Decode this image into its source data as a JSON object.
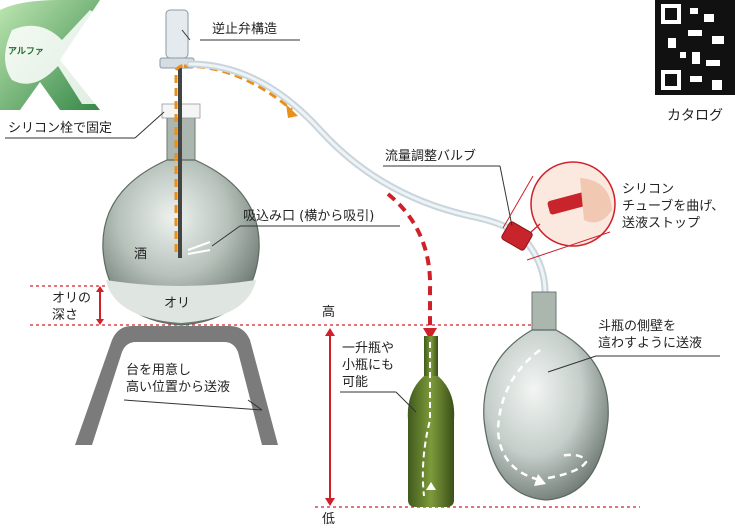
{
  "logo": {
    "mark": "α",
    "small_text": "アルファ"
  },
  "qr": {
    "caption": "カタログ"
  },
  "labels": {
    "check_valve": "逆止弁構造",
    "silicone_plug": "シリコン栓で固定",
    "flow_valve": "流量調整バルブ",
    "bend_tube_1": "シリコン",
    "bend_tube_2": "チューブを曲げ、",
    "bend_tube_3": "送液ストップ",
    "intake_port": "吸込み口 (横から吸引)",
    "sake": "酒",
    "ori": "オリ",
    "ori_depth_1": "オリの",
    "ori_depth_2": "深さ",
    "high": "高",
    "low": "低",
    "stand_1": "台を用意し",
    "stand_2": "高い位置から送液",
    "bottle_1": "一升瓶や",
    "bottle_2": "小瓶にも",
    "bottle_3": "可能",
    "wall_1": "斗瓶の側壁を",
    "wall_2": "這わすように送液"
  },
  "colors": {
    "accent_red": "#d0202a",
    "flow_orange": "#e8901c",
    "logo_green": "#2c8a3c"
  },
  "icons": [
    "check-valve-icon",
    "flow-valve-icon",
    "hand-pinch-photo",
    "qr-code-icon"
  ]
}
